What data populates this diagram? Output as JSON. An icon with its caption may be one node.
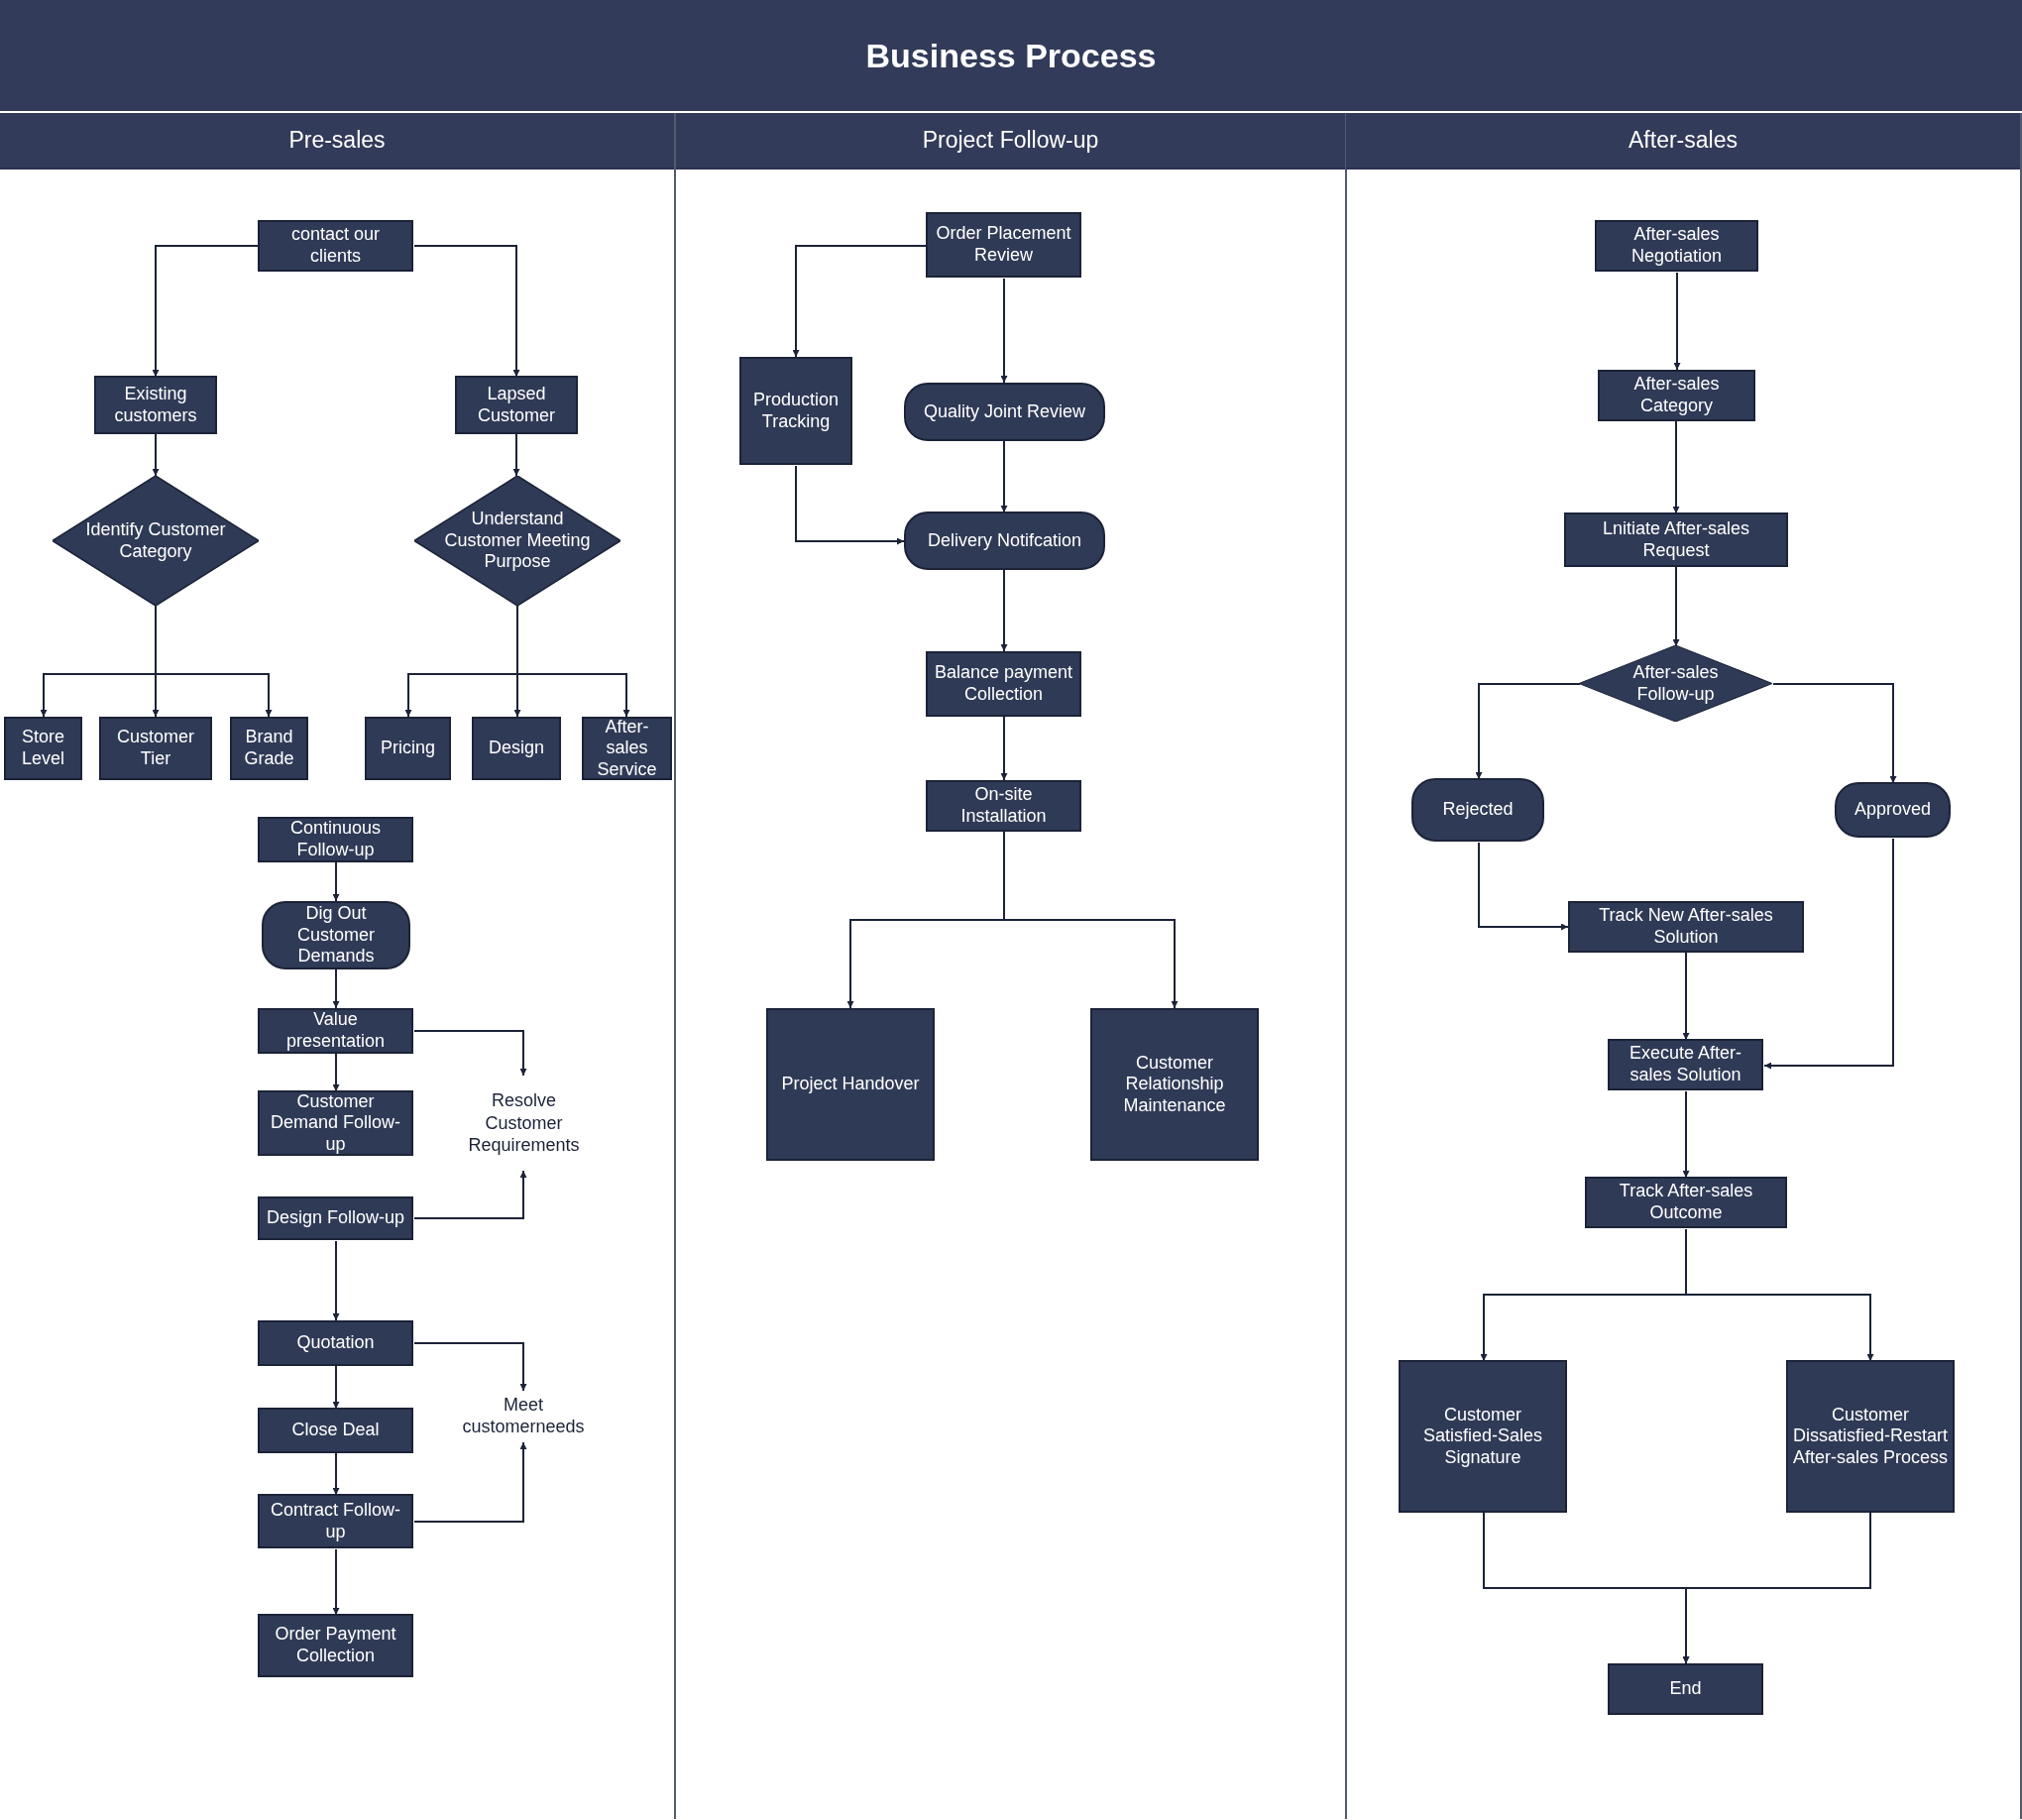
{
  "diagram": {
    "title": "Business Process",
    "nodes": [
      {
        "text": [
          "Pre-sales"
        ]
      },
      {
        "text": [
          "Project Follow-up"
        ]
      },
      {
        "text": [
          "After-sales"
        ]
      },
      {
        "text": [
          "contact our clients"
        ],
        "in": 0
      },
      {
        "text": [
          "Existing customers"
        ],
        "in": 0
      },
      {
        "text": [
          "Lapsed Customer"
        ],
        "in": 0
      },
      {
        "text": [
          "Identify Customer Category"
        ],
        "in": 0
      },
      {
        "text": [
          "Understand Customer Meeting Purpose"
        ],
        "in": 0
      },
      {
        "text": [
          "Store Level"
        ],
        "in": 0
      },
      {
        "text": [
          "Customer Tier"
        ],
        "in": 0
      },
      {
        "text": [
          "Brand Grade"
        ],
        "in": 0
      },
      {
        "text": [
          "Pricing"
        ],
        "in": 0
      },
      {
        "text": [
          "Design"
        ],
        "in": 0
      },
      {
        "text": [
          "After-sales Service"
        ],
        "in": 0
      },
      {
        "text": [
          "Continuous Follow-up"
        ],
        "in": 0
      },
      {
        "text": [
          "Dig Out Customer Demands"
        ],
        "in": 0
      },
      {
        "text": [
          "Value presentation"
        ],
        "in": 0
      },
      {
        "text": [
          "Customer Demand Follow-up"
        ],
        "in": 0
      },
      {
        "text": [
          "Design Follow-up"
        ],
        "in": 0
      },
      {
        "text": [
          "Resolve Customer Requirements"
        ],
        "in": 0
      },
      {
        "text": [
          "Quotation"
        ],
        "in": 0
      },
      {
        "text": [
          "Close Deal"
        ],
        "in": 0
      },
      {
        "text": [
          "Contract Follow-up"
        ],
        "in": 0
      },
      {
        "text": [
          "Order Payment Collection"
        ],
        "in": 0
      },
      {
        "text": [
          "Meet customerneeds"
        ],
        "in": 0
      },
      {
        "text": [
          "Order Placement Review"
        ],
        "in": 1
      },
      {
        "text": [
          "Production Tracking"
        ],
        "in": 1
      },
      {
        "text": [
          "Quality Joint Review"
        ],
        "in": 1
      },
      {
        "text": [
          "Delivery Notifcation"
        ],
        "in": 1
      },
      {
        "text": [
          "Balance payment Collection"
        ],
        "in": 1
      },
      {
        "text": [
          "On-site Installation"
        ],
        "in": 1
      },
      {
        "text": [
          "Project Handover"
        ],
        "in": 1
      },
      {
        "text": [
          "Customer Relationship Maintenance"
        ],
        "in": 1
      },
      {
        "text": [
          "After-sales Negotiation"
        ],
        "in": 2
      },
      {
        "text": [
          "After-sales Category"
        ],
        "in": 2
      },
      {
        "text": [
          "Lnitiate After-sales Request"
        ],
        "in": 2
      },
      {
        "text": [
          "After-sales Follow-up"
        ],
        "in": 2
      },
      {
        "text": [
          "Rejected"
        ],
        "in": 2
      },
      {
        "text": [
          "Approved"
        ],
        "in": 2
      },
      {
        "text": [
          "Track New After-sales Solution"
        ],
        "in": 2
      },
      {
        "text": [
          "Execute After-sales Solution"
        ],
        "in": 2
      },
      {
        "text": [
          "Track After-sales Outcome"
        ],
        "in": 2
      },
      {
        "text": [
          "Customer Satisfied-Sales Signature"
        ],
        "in": 2
      },
      {
        "text": [
          "Customer Dissatisfied-Restart After-sales Process"
        ],
        "in": 2
      },
      {
        "text": [
          "End"
        ],
        "in": 2
      }
    ],
    "edges": [
      {
        "from": 3,
        "to": 4,
        "arrow": "to"
      },
      {
        "from": 3,
        "to": 5,
        "arrow": "to"
      },
      {
        "from": 4,
        "to": 6,
        "arrow": "to"
      },
      {
        "from": 5,
        "to": 7,
        "arrow": "to"
      },
      {
        "from": 6,
        "to": 8,
        "arrow": "to"
      },
      {
        "from": 6,
        "to": 9,
        "arrow": "to"
      },
      {
        "from": 6,
        "to": 10,
        "arrow": "to"
      },
      {
        "from": 7,
        "to": 11,
        "arrow": "to"
      },
      {
        "from": 7,
        "to": 12,
        "arrow": "to"
      },
      {
        "from": 7,
        "to": 13,
        "arrow": "to"
      },
      {
        "from": 14,
        "to": 15,
        "arrow": "to"
      },
      {
        "from": 15,
        "to": 16,
        "arrow": "to"
      },
      {
        "from": 16,
        "to": 17,
        "arrow": "to"
      },
      {
        "from": 16,
        "to": 19,
        "arrow": "to"
      },
      {
        "from": 18,
        "to": 19,
        "arrow": "to"
      },
      {
        "from": 18,
        "to": 20,
        "arrow": "to"
      },
      {
        "from": 20,
        "to": 21,
        "arrow": "to"
      },
      {
        "from": 21,
        "to": 22,
        "arrow": "to"
      },
      {
        "from": 22,
        "to": 23,
        "arrow": "to"
      },
      {
        "from": 20,
        "to": 24,
        "arrow": "to"
      },
      {
        "from": 22,
        "to": 24,
        "arrow": "to"
      },
      {
        "from": 25,
        "to": 26,
        "arrow": "to"
      },
      {
        "from": 25,
        "to": 27,
        "arrow": "to"
      },
      {
        "from": 26,
        "to": 28,
        "arrow": "to"
      },
      {
        "from": 27,
        "to": 28,
        "arrow": "to"
      },
      {
        "from": 28,
        "to": 29,
        "arrow": "to"
      },
      {
        "from": 29,
        "to": 30,
        "arrow": "to"
      },
      {
        "from": 30,
        "to": 31,
        "arrow": "to"
      },
      {
        "from": 30,
        "to": 32,
        "arrow": "to"
      },
      {
        "from": 33,
        "to": 34,
        "arrow": "to"
      },
      {
        "from": 34,
        "to": 35,
        "arrow": "to"
      },
      {
        "from": 35,
        "to": 36,
        "arrow": "to"
      },
      {
        "from": 36,
        "to": 37,
        "arrow": "to"
      },
      {
        "from": 36,
        "to": 38,
        "arrow": "to"
      },
      {
        "from": 37,
        "to": 39,
        "arrow": "to"
      },
      {
        "from": 39,
        "to": 40,
        "arrow": "to"
      },
      {
        "from": 38,
        "to": 40,
        "arrow": "to"
      },
      {
        "from": 40,
        "to": 41,
        "arrow": "to"
      },
      {
        "from": 41,
        "to": 42,
        "arrow": "to"
      },
      {
        "from": 41,
        "to": 43,
        "arrow": "to"
      },
      {
        "from": 42,
        "to": 44,
        "arrow": "to"
      },
      {
        "from": 43,
        "to": 44,
        "arrow": "to"
      }
    ]
  }
}
